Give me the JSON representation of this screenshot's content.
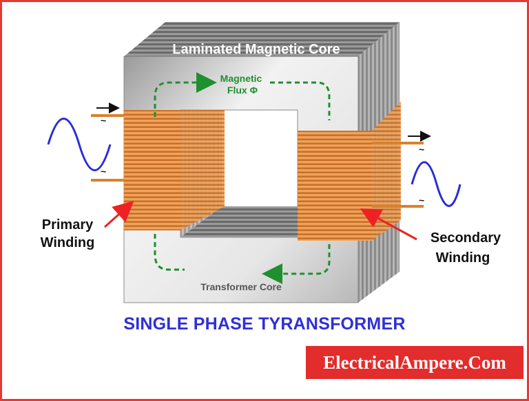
{
  "diagram": {
    "core_label": "Laminated Magnetic Core",
    "flux_label_line1": "Magnetic",
    "flux_label_line2": "Flux Φ",
    "primary_label_line1": "Primary",
    "primary_label_line2": "Winding",
    "secondary_label_line1": "Secondary",
    "secondary_label_line2": "Winding",
    "core_bottom_label": "Transformer Core",
    "input_tilde": "~",
    "output_tilde": "~"
  },
  "title": "SINGLE PHASE TYRANSFORMER",
  "brand": "ElectricalAmpere.Com",
  "colors": {
    "frame": "#e53935",
    "title": "#2f2fd8",
    "brand_bg": "#e32c2c",
    "flux_arrow": "#1f8f2f",
    "copper": "#d9822b",
    "sine_wave": "#2b2bdc",
    "pointer_arrow": "#ee2222"
  }
}
